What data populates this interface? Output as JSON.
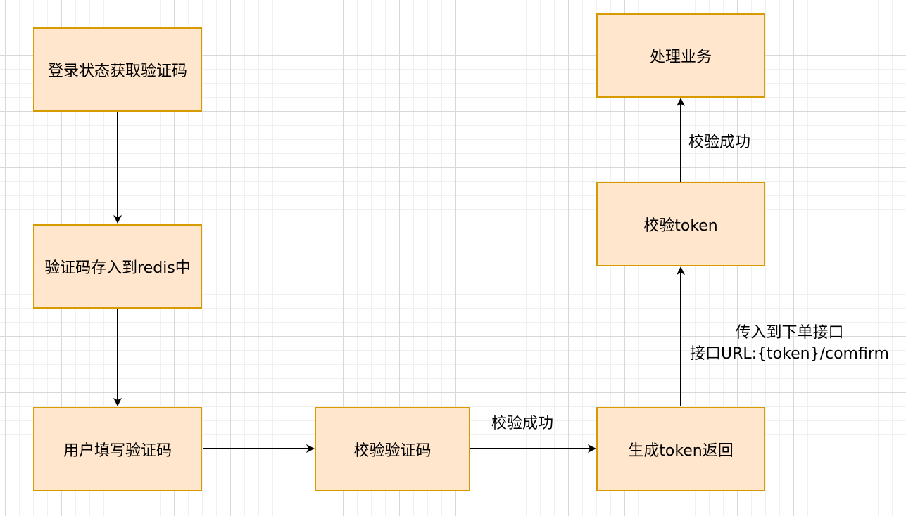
{
  "nodes": {
    "login_get_code": "登录状态获取验证码",
    "code_to_redis": "验证码存入到redis中",
    "user_fill_code": "用户填写验证码",
    "verify_code": "校验验证码",
    "gen_token": "生成token返回",
    "verify_token": "校验token",
    "handle_business": "处理业务"
  },
  "edge_labels": {
    "verify_success_bottom": "校验成功",
    "verify_success_top": "校验成功",
    "pass_to_order_line1": "传入到下单接口",
    "pass_to_order_line2": "接口URL:{token}/comfirm"
  },
  "colors": {
    "node_fill": "#ffe6cc",
    "node_stroke": "#d79b00",
    "edge": "#000000"
  }
}
